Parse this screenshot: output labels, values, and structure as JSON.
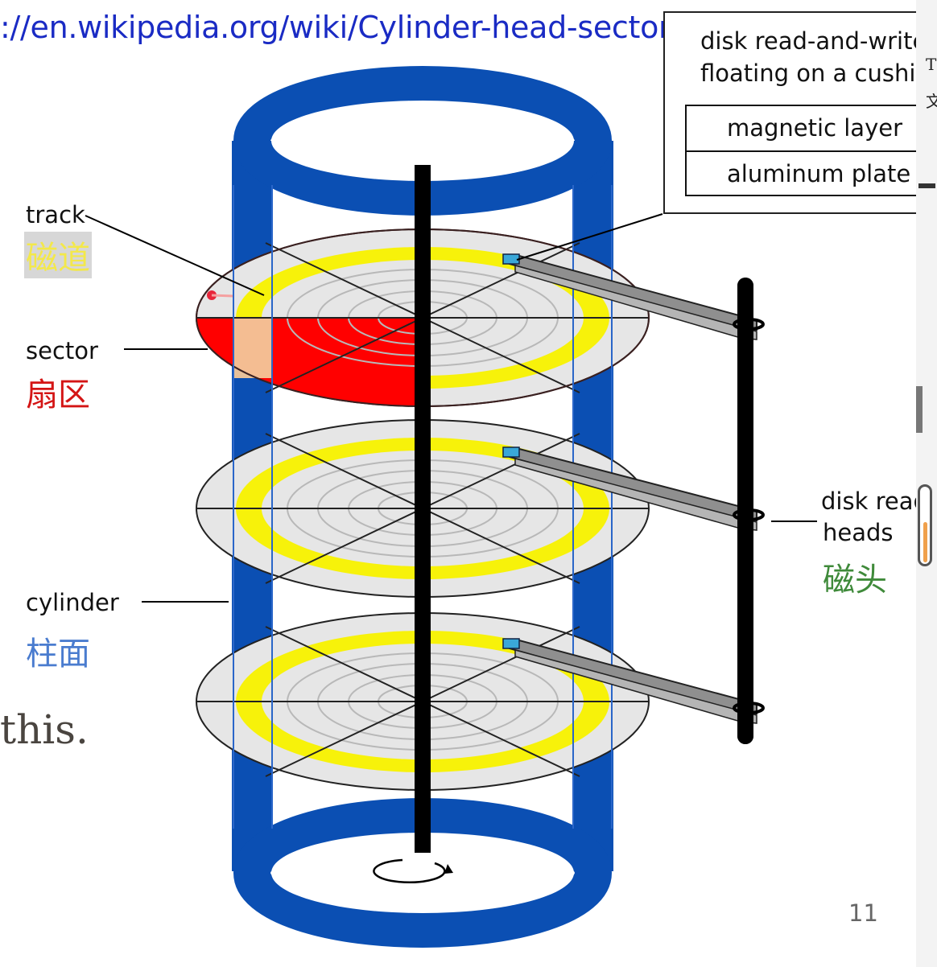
{
  "source_url": "://en.wikipedia.org/wiki/Cylinder-head-sector",
  "inset": {
    "line1": "disk read-and-write",
    "line2": "floating on a cushion",
    "layer_top": "magnetic layer",
    "layer_bottom": "aluminum plate"
  },
  "labels": {
    "track": "track",
    "track_cn": "磁道",
    "sector": "sector",
    "sector_cn": "扇区",
    "cylinder": "cylinder",
    "cylinder_cn": "柱面",
    "heads_line1": "disk read",
    "heads_line2": "heads",
    "heads_cn": "磁头"
  },
  "slide": {
    "fragment_text": "this.",
    "page_number": "11"
  },
  "right_strip": {
    "glyph1": "T",
    "glyph2": "文"
  },
  "colors": {
    "cylinder_blue": "#0b4fb3",
    "track_yellow": "#f7f20a",
    "sector_red": "#ff0000",
    "platter_gray": "#e6e6e6",
    "url_blue": "#1a2bc4"
  }
}
